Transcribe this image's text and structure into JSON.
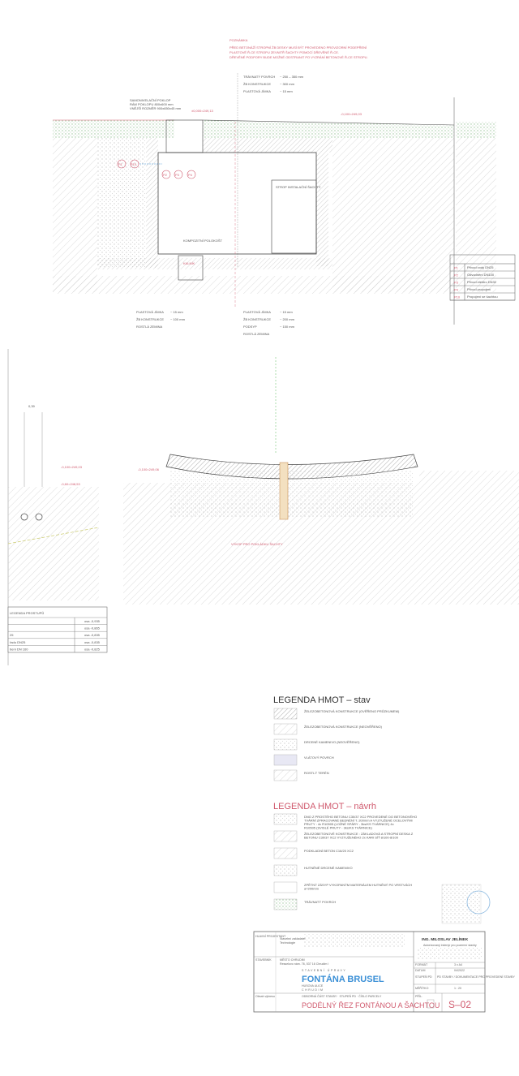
{
  "note": {
    "title": "POZNÁMKA",
    "lines": [
      "PŘED BETONÁŽÍ STROPNÍ ŽB DESKY MUSÍ BÝT PROVEDENO PROVIZORNÍ PODEPŘENÍ",
      "PLASTOVÉ Ř-CE STROPU ZEVNITŘ ŠACHTY POMOCÍ DŘEVĚNÉ Ř-CE.",
      "DŘEVĚNÉ PODPORY BUDE MOŽNÉ ODSTRANIT PO VYZRÁNÍ BETONOVÉ Ř-CE STROPU."
    ]
  },
  "layers_top": [
    {
      "label": "TRÁVNATÝ POVRCH",
      "value": "~ 250 – 350 mm"
    },
    {
      "label": "ŽB KONSTRUKCE",
      "value": "~ 300 mm"
    },
    {
      "label": "PLASTOVÁ JÍMKA",
      "value": "~ 15 mm"
    }
  ],
  "layers_bottom_left": [
    {
      "label": "PLASTOVÁ JÍMKA",
      "value": "~ 15 mm"
    },
    {
      "label": "ŽB KONSTRUKCE",
      "value": "~ 100 mm"
    },
    {
      "label": "ROSTLÁ ZEMINA",
      "value": ""
    }
  ],
  "layers_bottom_right": [
    {
      "label": "PLASTOVÁ JÍMKA",
      "value": "~ 15 mm"
    },
    {
      "label": "ŽB KONSTRUKCE",
      "value": "~ 200 mm"
    },
    {
      "label": "PODSYP",
      "value": "~ 150 mm"
    },
    {
      "label": "ROSTLÁ ZEMINA",
      "value": ""
    }
  ],
  "labels": {
    "hatch": "SAMONIVELAČNÍ POKLOP",
    "hatch_sub1": "RÁM POKLOPU 800x600 mm",
    "hatch_sub2": "VNĚJŠÍ ROZMĚR 900x650x45 mm",
    "level1": "±0,000=249,13",
    "level2": "-0,100=249,03",
    "level3": "-0,100=249,03",
    "level4": "-0,100=249,06",
    "level5": "-0,60=248,53",
    "composite": "KOMPOZITNÍ POLOKOŠT",
    "sump": "KALNÍK",
    "tech": "STROP INSTALAČNÍ ŠACHTY",
    "dim": "0,39",
    "gravel_note": "VÝKOP PRO POKLÁDKU ŠACHTY"
  },
  "penetrations": [
    "P1",
    "P10",
    "P2",
    "P3",
    "P4"
  ],
  "penetration_table": {
    "rows": [
      {
        "id": "P1",
        "text": "Přívod vody DN25"
      },
      {
        "id": "P2",
        "text": "Odvodnění DN100"
      },
      {
        "id": "P3",
        "text": "Přívod elektro DN32"
      },
      {
        "id": "P4",
        "text": "Přívod propojení"
      },
      {
        "id": "P10",
        "text": "Propojení se šachtou"
      }
    ]
  },
  "legend_prostupu": {
    "title": "LEGENDA PROSTUPŮ",
    "rows": [
      {
        "name": "",
        "value": "osa -0,935"
      },
      {
        "name": "",
        "value": "osa -0,865"
      },
      {
        "name": "25",
        "value": "osa -0,835"
      },
      {
        "name": "řadu DN25",
        "value": "osa -0,835"
      },
      {
        "name": "bení DN 160",
        "value": "osa -0,825"
      }
    ]
  },
  "legend_stav": {
    "title": "LEGENDA HMOT – stav",
    "items": [
      "ŽELEZOBETONOVÁ KONSTRUKCE (OVĚŘENO PRŮZKUMEM)",
      "ŽELEZOBETONOVÁ KONSTRUKCE (NEOVĚŘENO)",
      "DRCENÉ KAMENIVO (NEOVĚŘENO)",
      "VLÁTOVÝ POVRCH",
      "ROSTLÝ TERÉN"
    ]
  },
  "legend_navrh": {
    "title": "LEGENDA HMOT – návrh",
    "items": [
      "DNO Z PROSTÉHO BETONU C30/37 XC2 PROVEDENÉ DO BETONOVÉHO TVÁRNÍ ZPRACOVANÉ BEDNĚNÍ T. 200mm A VYZTUŽENÉ OCELOVÝMI PRUTY : 4x R10505 (LOŽNÉ SPÁRY - 3ks/KS TVÁRNICE) 4x R10505 (SVISLÉ PRUTY - 3ks/KS TVÁRNICE)",
      "ŽELEZOBETONOVÉ KONSTRUKCE : ZÁKLADOVÁ A STROPNÍ DESKA Z BETONU C30/37 XC2 VYZTUŽENÉHO 2x KARI SÍŤ 8/100-8/100",
      "PODKLADNÍ BETON C16/20 XC2",
      "HUTNĚNÉ DRCENÉ KAMENIVO",
      "ZPĚTNÝ ZÁSYP VYKOPANÝM MATERIÁLEM HUTNĚNÝ PO VRSTVÁCH a=200mm",
      "TRÁVNATÝ POVRCH"
    ]
  },
  "title_block": {
    "investor_label": "HLAVNÍ PROJEKTANT",
    "investor_sub": "Stavební zakladatel",
    "investor_sub2": "Technologie",
    "client_label": "STAVEBNÍK",
    "client": "MĚSTO CHRUDIM",
    "client_addr": "Resselovo nám. 76, 537 16 Chrudim I",
    "building_label": "STAVEBNÍ ÚPRAVY",
    "project": "FONTÁNA BRUSEL",
    "place1": "HUSOVA ULICE",
    "place2": "CHRUDIM",
    "drawing_label": "Obsah výkresu",
    "drawing_sub": "ODBORNÁ ČÁST STAVBY · STUPEŇ PD · ČÍSLO PARCELY",
    "drawing_title": "PODÉLNÝ ŘEZ FONTÁNOU A ŠACHTOU",
    "engineer": "ING. MILOSLAV JELÍNEK",
    "engineer_sub": "Autorizovaný inženýr pro pozemní stavby",
    "format_label": "FORMÁT",
    "format": "3 x A4",
    "date_label": "DATUM",
    "date": "04/2022",
    "stage_label": "STUPEŇ PD",
    "stage": "PD STAVBY / DOKUMENTACE PRO PROVEDENÍ STAVBY",
    "scale_label": "MĚŘÍTKO",
    "scale": "1 : 20",
    "sheet_label": "PŘÍL.",
    "sheet": "S–02"
  },
  "colors": {
    "accent_red": "#d05a6e",
    "accent_blue": "#3a8fd6"
  }
}
